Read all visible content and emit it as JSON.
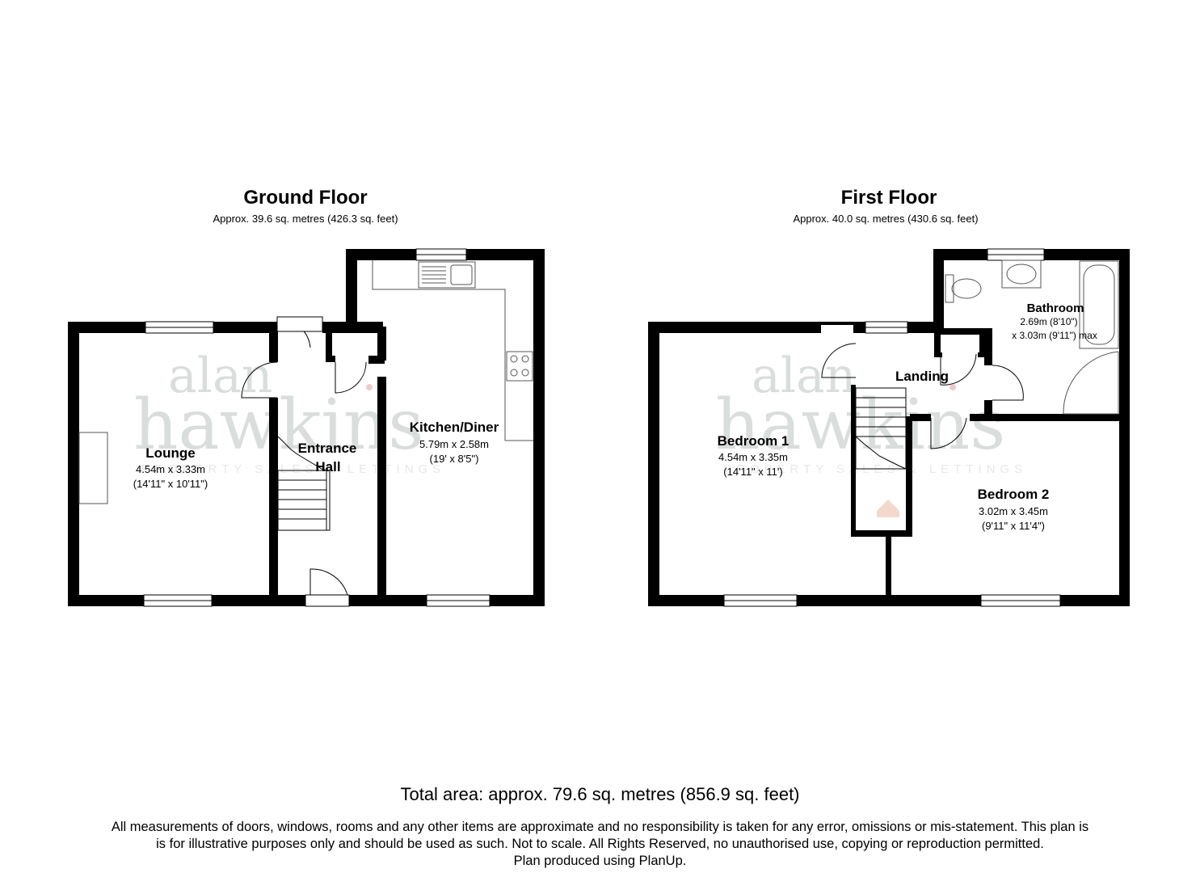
{
  "brand": {
    "watermark_line1": "alan",
    "watermark_line2": "hawkins",
    "watermark_tagline": "PROPERTY SALES & LETTINGS"
  },
  "floors": [
    {
      "title": "Ground Floor",
      "area": "Approx. 39.6 sq. metres (426.3 sq. feet)",
      "rooms": [
        {
          "name": "Lounge",
          "dim_metric": "4.54m x 3.33m",
          "dim_imperial": "(14'11\" x 10'11\")"
        },
        {
          "name_line1": "Entrance",
          "name_line2": "Hall"
        },
        {
          "name": "Kitchen/Diner",
          "dim_metric": "5.79m x 2.58m",
          "dim_imperial": "(19' x 8'5\")"
        }
      ]
    },
    {
      "title": "First Floor",
      "area": "Approx. 40.0 sq. metres (430.6 sq. feet)",
      "rooms": [
        {
          "name": "Bathroom",
          "dim_metric": "2.69m (8'10\")",
          "dim_imperial": "x 3.03m (9'11\") max"
        },
        {
          "name": "Landing"
        },
        {
          "name": "Bedroom 1",
          "dim_metric": "4.54m x 3.35m",
          "dim_imperial": "(14'11\" x 11')"
        },
        {
          "name": "Bedroom 2",
          "dim_metric": "3.02m x 3.45m",
          "dim_imperial": "(9'11\" x 11'4\")"
        }
      ]
    }
  ],
  "total_area": "Total area: approx. 79.6 sq. metres (856.9 sq. feet)",
  "disclaimer_lines": [
    "All measurements of doors, windows, rooms and any other items are approximate and no responsibility is taken for any error, omissions or mis-statement. This plan is",
    "is for illustrative purposes only and should be used as such. Not to scale. All Rights Reserved, no unauthorised use, copying or reproduction permitted.",
    "Plan produced using PlanUp."
  ],
  "colors": {
    "wall": "#000000",
    "watermark": "#d9dedc",
    "fixture": "#555555"
  }
}
